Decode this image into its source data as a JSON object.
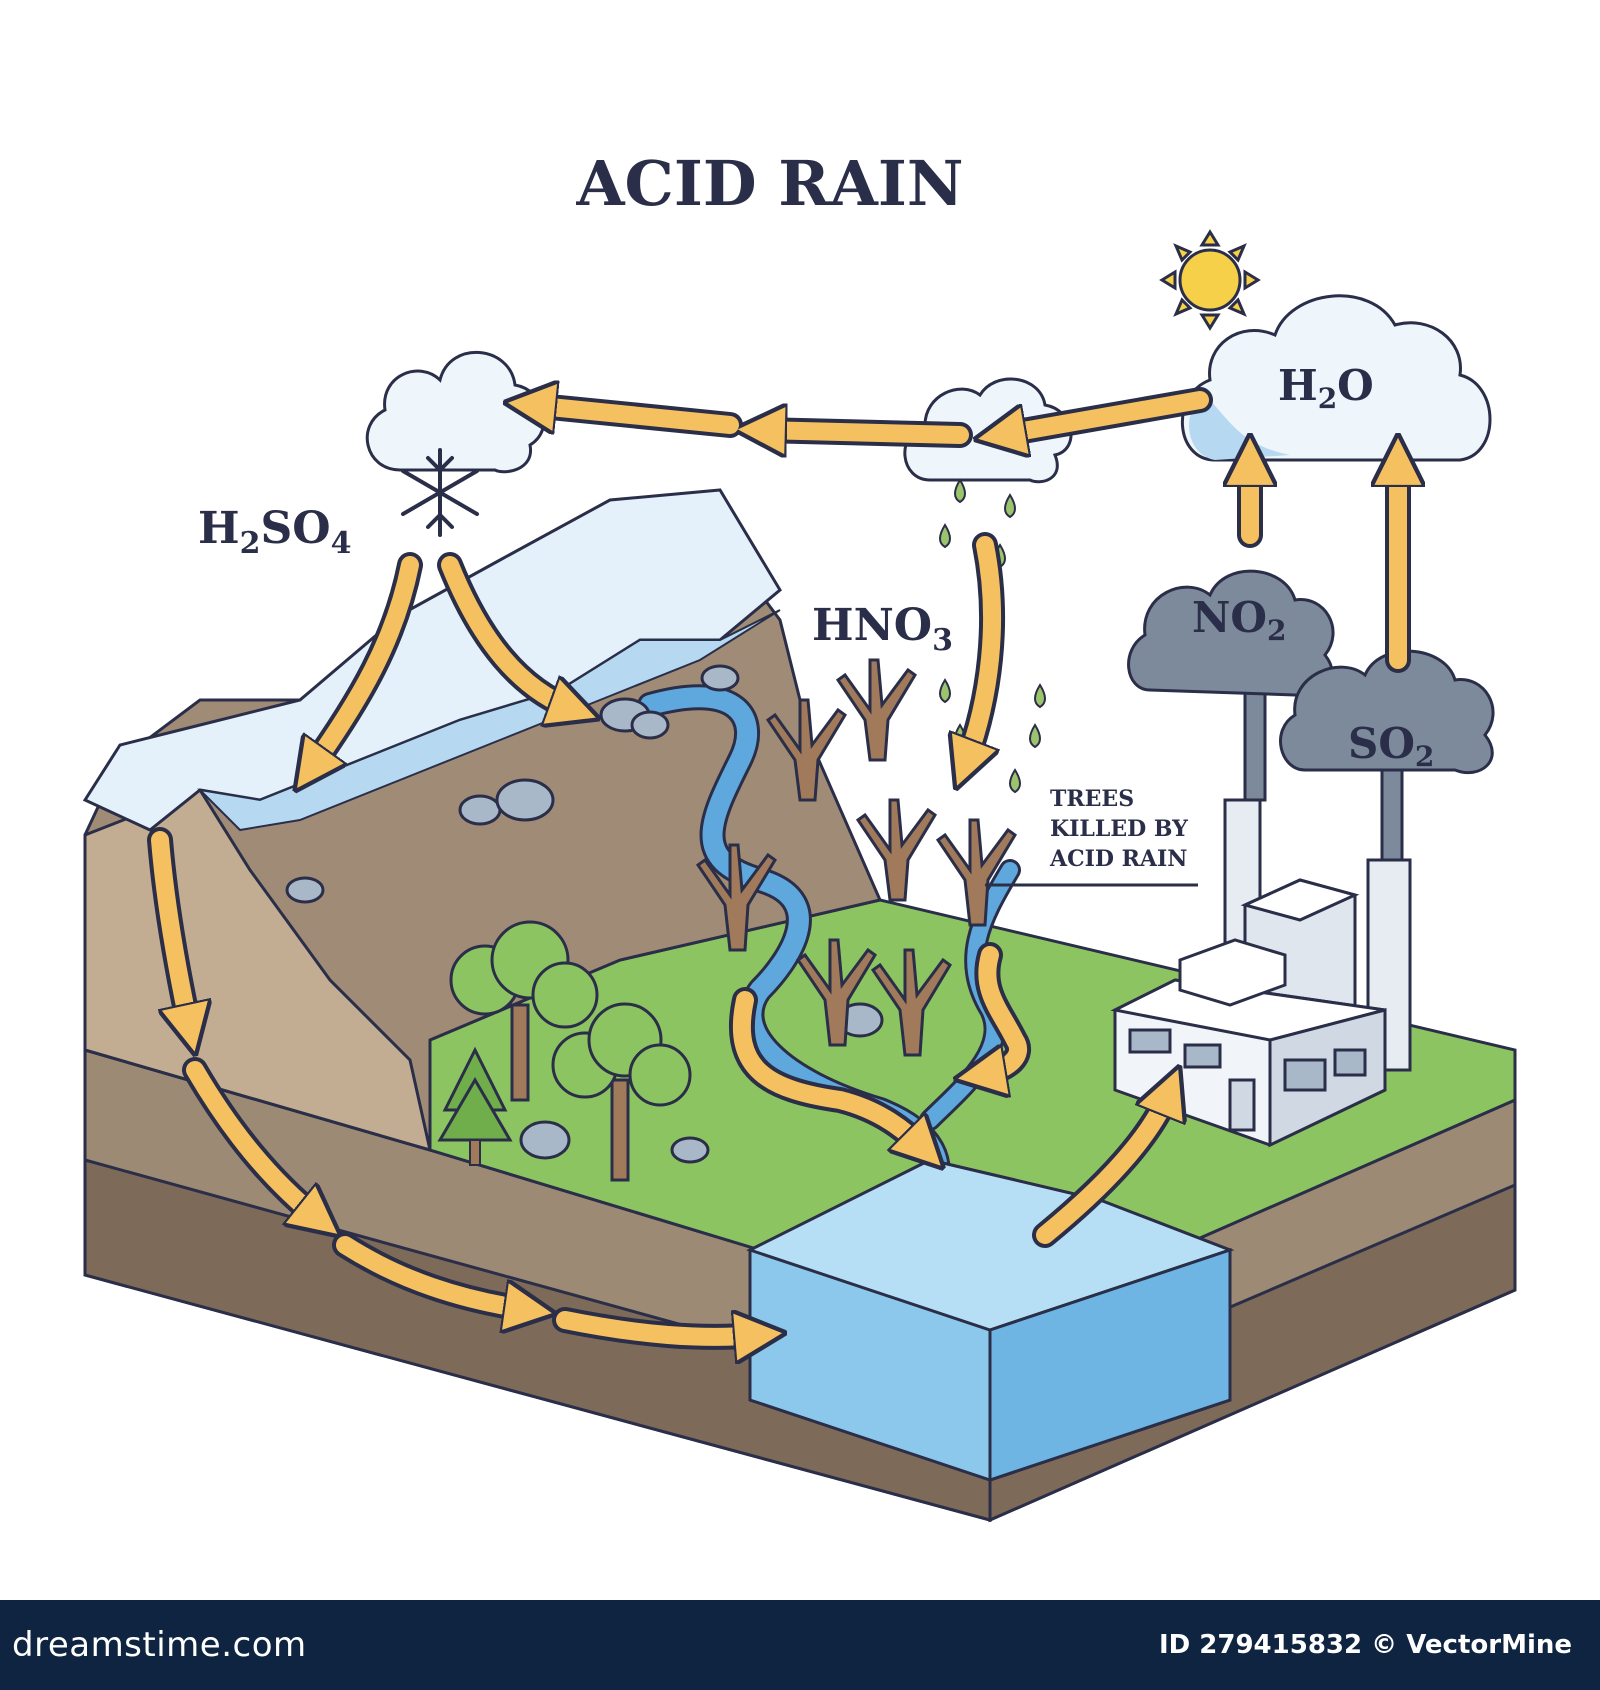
{
  "title": "ACID RAIN",
  "labels": {
    "h2so4": {
      "main": "H",
      "sub1": "2",
      "mid": "SO",
      "sub2": "4"
    },
    "hno3": {
      "main": "HNO",
      "sub": "3"
    },
    "h2o": {
      "main": "H",
      "sub": "2",
      "tail": "O"
    },
    "no2": {
      "main": "NO",
      "sub": "2"
    },
    "so2": {
      "main": "SO",
      "sub": "2"
    }
  },
  "callout": {
    "line1": "TREES",
    "line2": "KILLED BY",
    "line3": "ACID RAIN"
  },
  "footer": {
    "brand": "dreamstime.com",
    "image_id": "ID 279415832",
    "copyright": "© VectorMine"
  },
  "colors": {
    "outline": "#2a2e48",
    "arrow": "#f5c060",
    "snow": "#e4f1fb",
    "ice": "#b6d9f1",
    "soil": "#a08c76",
    "soil_dark": "#7d6a58",
    "grass": "#8cc461",
    "water": "#8cc8ec",
    "cloud_dark": "#7d8a9c",
    "footer": "#0e2440"
  }
}
